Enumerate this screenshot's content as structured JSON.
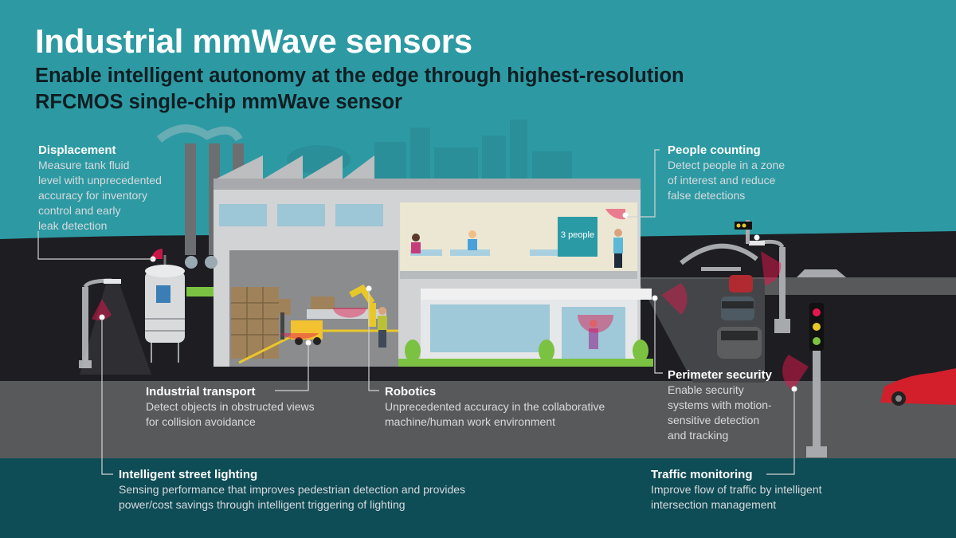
{
  "header": {
    "title": "Industrial mmWave sensors",
    "subtitle": "Enable intelligent autonomy at the edge through highest-resolution RFCMOS single-chip mmWave sensor"
  },
  "scene_label": "3 people",
  "callouts": [
    {
      "id": "displacement",
      "title": "Displacement",
      "description": "Measure tank fluid\nlevel with unprecedented\naccuracy for inventory\ncontrol and early\nleak detection"
    },
    {
      "id": "people-counting",
      "title": "People counting",
      "description": "Detect people in a zone\nof interest and reduce\nfalse detections"
    },
    {
      "id": "industrial-transport",
      "title": "Industrial transport",
      "description": "Detect objects in obstructed views\nfor collision avoidance"
    },
    {
      "id": "robotics",
      "title": "Robotics",
      "description": "Unprecedented accuracy in the collaborative\nmachine/human work environment"
    },
    {
      "id": "perimeter-security",
      "title": "Perimeter security",
      "description": "Enable security\nsystems with motion-\nsensitive detection\nand tracking"
    },
    {
      "id": "intelligent-street-lighting",
      "title": "Intelligent street lighting",
      "description": "Sensing performance that improves pedestrian detection and provides\npower/cost savings through intelligent triggering of lighting"
    },
    {
      "id": "traffic-monitoring",
      "title": "Traffic monitoring",
      "description": "Improve flow of traffic by intelligent\nintersection management"
    }
  ],
  "colors": {
    "sky": "#2d9aa3",
    "ground": "#1d1d22",
    "road": "#58595b",
    "footer": "#0e4c56",
    "sensor": "#e5174f",
    "accent_green": "#7cc242"
  }
}
